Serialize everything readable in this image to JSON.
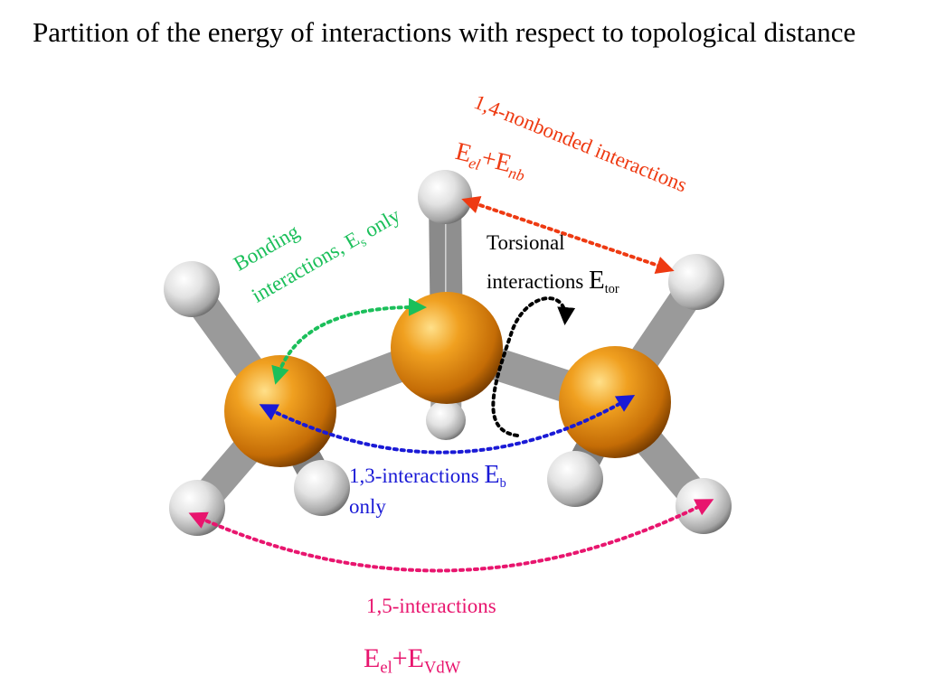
{
  "title": "Partition of the energy of interactions with respect to topological distance",
  "colors": {
    "bonding": "#1bbf5a",
    "one_three": "#1a1ad6",
    "torsional": "#000000",
    "one_four": "#ee3a12",
    "one_five": "#e8156e",
    "carbon": "#e6910f",
    "hydrogen": "#e8e8e8"
  },
  "labels": {
    "one_four_title": "1,4-nonbonded interactions",
    "one_four_energy": {
      "E1": "E",
      "s1": "el",
      "plus": "+E",
      "s2": "nb"
    },
    "bonding_line1": "Bonding",
    "bonding_line2": {
      "text": "interactions, E",
      "sub": "s",
      "suffix": " only"
    },
    "torsional_line1": "Torsional",
    "torsional_line2": {
      "text": "interactions ",
      "E": "E",
      "sub": "tor"
    },
    "one_three_line1": {
      "text": "1,3-interactions ",
      "E": "E",
      "sub": "b"
    },
    "one_three_line2": "only",
    "one_five_title": "1,5-interactions",
    "one_five_energy": {
      "E1": "E",
      "s1": "el",
      "plus": "+E",
      "s2": "VdW"
    }
  }
}
